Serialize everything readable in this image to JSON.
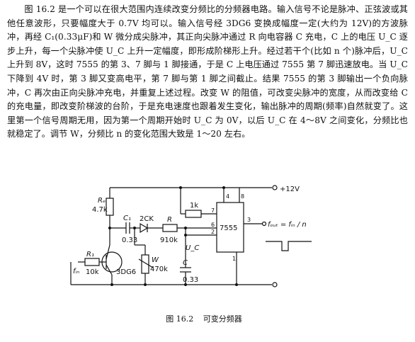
{
  "paragraph": "图 16.2 是一个可以在很大范围内连续改变分频比的分频器电路。输入信号不论是脉冲、正弦波或其他任意波形，只要幅度大于 0.7V 均可以。输入信号经 3DG6 变换成幅度一定(大约为 12V)的方波脉冲，再经 C₁(0.33μF)和 W 微分成尖脉冲，其正向尖脉冲通过 R 向电容器 C 充电，C 上的电压 U_C 逐步上升，每一个尖脉冲使 U_C 上升一定幅度，即形成阶梯形上升。经过若干个(比如 n 个)脉冲后，U_C 上升到 8V，这时 7555 的第 3、7 脚与 1 脚接通，于是 C 上电压通过 7555 第 7 脚迅速放电。当 U_C 下降到 4V 时，第 3 脚又变高电平，第 7 脚与第 1 脚之间截止。结果 7555 的第 3 脚输出一个负向脉冲，C 再次由正向尖脉冲充电，并重复上述过程。改变 W 的阻值，可改变尖脉冲的宽度，从而改变给 C 的充电量，即改变阶梯波的台阶，于是充电速度也跟着发生变化，输出脉冲的周期(频率)自然就变了。这里第一个信号周期无用，因为第一个周期开始时 U_C 为 0V，以后 U_C 在 4～8V 之间变化，分频比也就稳定了。调节 W，分频比 n 的变化范围大致是 1～20 左右。",
  "circuit": {
    "supply": "+12V",
    "ic": "7555",
    "pin_4": "4",
    "pin_8": "8",
    "pin_7": "7",
    "pin_6": "6",
    "pin_2": "2",
    "pin_3": "3",
    "pin_1": "1",
    "r_top_label": "Rₑ",
    "r_top_value": "4.7k",
    "r_1k": "1k",
    "c1_label": "C₁",
    "c1_value": "0.33",
    "diode": "2CK",
    "r_label": "R",
    "r_value": "910k",
    "uc_label": "U_C",
    "r1_label": "R₁",
    "r1_value": "10k",
    "input_label": "fᵢₙ",
    "transistor": "3DG6",
    "pot_label": "W",
    "pot_value": "470k",
    "c_label": "C",
    "c_value": "0.33",
    "output_label": "fₒᵤₜ = fᵢₙ / n"
  },
  "caption": {
    "number": "图 16.2",
    "title": "可变分频器"
  }
}
